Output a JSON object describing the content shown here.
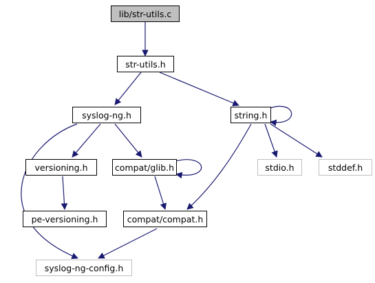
{
  "graph": {
    "colors": {
      "edge": "#191970",
      "node_border": "#000000",
      "external_border": "#bfbfbf",
      "current_fill": "#bfbfbf"
    },
    "nodes": {
      "str_utils_c": {
        "label": "lib/str-utils.c"
      },
      "str_utils_h": {
        "label": "str-utils.h"
      },
      "syslog_ng_h": {
        "label": "syslog-ng.h"
      },
      "string_h": {
        "label": "string.h"
      },
      "versioning_h": {
        "label": "versioning.h"
      },
      "compat_glib_h": {
        "label": "compat/glib.h"
      },
      "stdio_h": {
        "label": "stdio.h"
      },
      "stddef_h": {
        "label": "stddef.h"
      },
      "pe_versioning_h": {
        "label": "pe-versioning.h"
      },
      "compat_compat_h": {
        "label": "compat/compat.h"
      },
      "syslog_ng_config_h": {
        "label": "syslog-ng-config.h"
      }
    },
    "edges": [
      [
        "str_utils_c",
        "str_utils_h"
      ],
      [
        "str_utils_h",
        "syslog_ng_h"
      ],
      [
        "str_utils_h",
        "string_h"
      ],
      [
        "string_h",
        "string_h"
      ],
      [
        "string_h",
        "stdio_h"
      ],
      [
        "string_h",
        "stddef_h"
      ],
      [
        "string_h",
        "compat_compat_h"
      ],
      [
        "syslog_ng_h",
        "versioning_h"
      ],
      [
        "syslog_ng_h",
        "compat_glib_h"
      ],
      [
        "syslog_ng_h",
        "syslog_ng_config_h"
      ],
      [
        "compat_glib_h",
        "compat_glib_h"
      ],
      [
        "compat_glib_h",
        "compat_compat_h"
      ],
      [
        "versioning_h",
        "pe_versioning_h"
      ],
      [
        "compat_compat_h",
        "syslog_ng_config_h"
      ]
    ]
  }
}
